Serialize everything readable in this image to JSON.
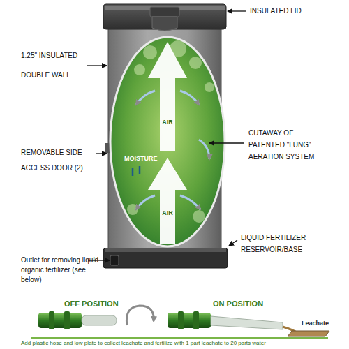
{
  "diagram": {
    "labels": [
      "INSULATED LID",
      "1.25\" INSULATED DOUBLE WALL",
      "CUTAWAY OF PATENTED \"LUNG\" AERATION SYSTEM",
      "AIR",
      "MOISTURE",
      "REMOVABLE SIDE ACCESS DOOR (2)",
      "AIR",
      "LIQUID FERTILIZER RESERVOIR/BASE",
      "Outlet for removing liquid organic fertilizer (see below)",
      "OFF POSITION",
      "ON POSITION",
      "Leachate",
      "Add plastic hose and low plate to collect leachate and fertilize with 1 part leachate to 20 parts water"
    ]
  }
}
